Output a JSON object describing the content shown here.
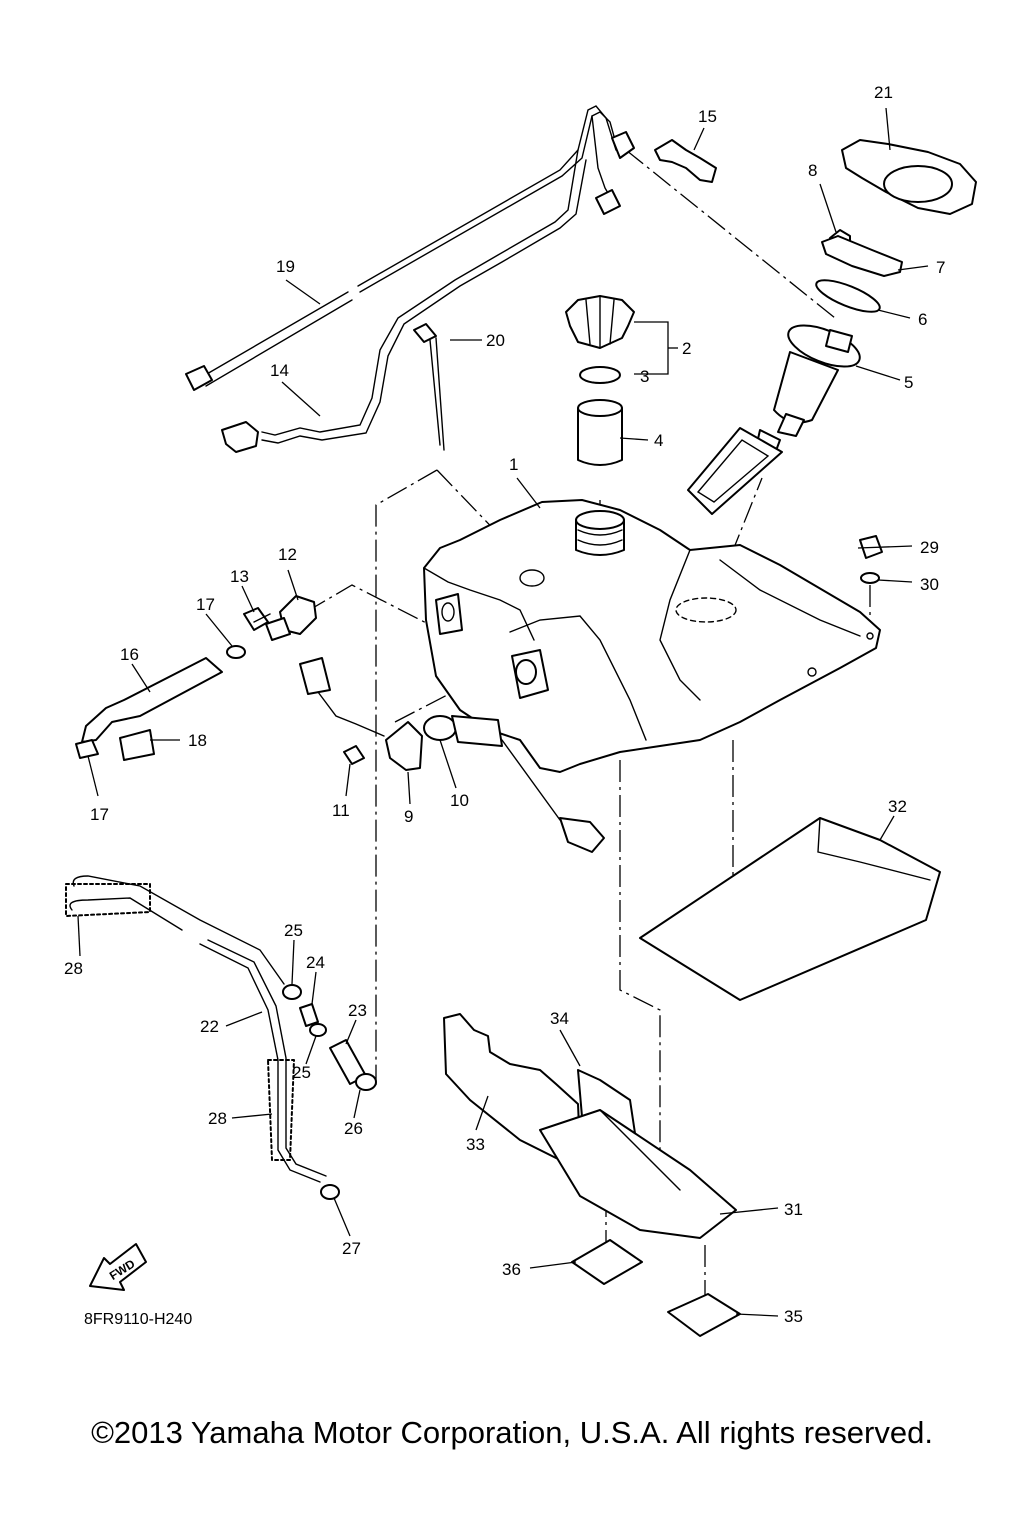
{
  "diagram": {
    "part_numbers": [
      "1",
      "2",
      "3",
      "4",
      "5",
      "6",
      "7",
      "8",
      "9",
      "10",
      "11",
      "12",
      "13",
      "14",
      "15",
      "16",
      "17",
      "17",
      "18",
      "19",
      "20",
      "21",
      "22",
      "23",
      "24",
      "25",
      "25",
      "26",
      "27",
      "28",
      "28",
      "29",
      "30",
      "31",
      "32",
      "33",
      "34",
      "35",
      "36"
    ],
    "drawing_code": "8FR9110-H240",
    "direction_label": "FWD"
  },
  "footer": {
    "copyright": "©2013 Yamaha Motor Corporation, U.S.A. All rights reserved."
  }
}
